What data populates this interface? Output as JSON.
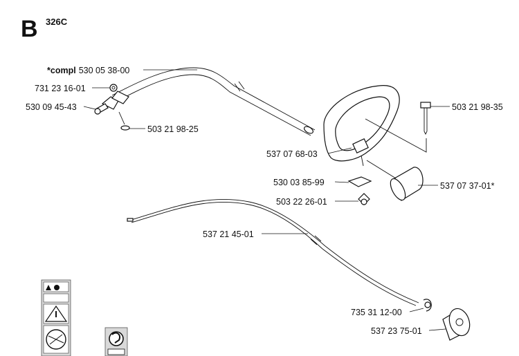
{
  "header": {
    "section": "B",
    "model": "326C"
  },
  "labels": {
    "tube_compl_prefix": "*compl",
    "tube_compl": "530 05 38-00",
    "nut": "731 23 16-01",
    "clamp": "530 09 45-43",
    "screw_left": "503 21 98-25",
    "handle": "537 07 68-03",
    "screw_right": "503 21 98-35",
    "bracket": "530 03 85-99",
    "wing_nut": "503 22 26-01",
    "sleeve": "537 07 37-01*",
    "cable": "537 21 45-01",
    "clip": "735 31 12-00",
    "knob": "537 23 75-01"
  }
}
